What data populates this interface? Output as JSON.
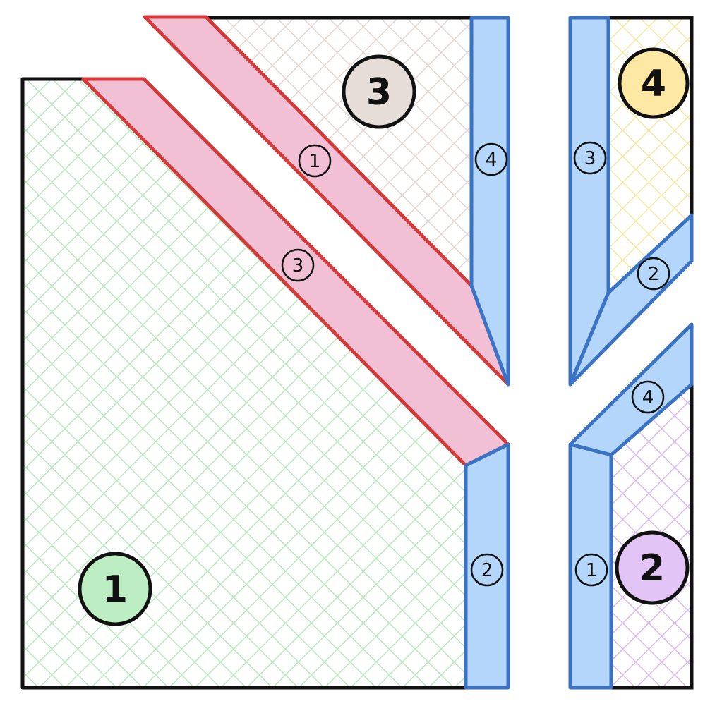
{
  "regions": [
    {
      "id": "region-1",
      "label": "1",
      "color": "#bdeec3",
      "hatch": "#b8e8bd"
    },
    {
      "id": "region-2",
      "label": "2",
      "color": "#e3c4f6",
      "hatch": "#dcb8f0"
    },
    {
      "id": "region-3",
      "label": "3",
      "color": "#e6ddd8",
      "hatch": "#e4d6d0"
    },
    {
      "id": "region-4",
      "label": "4",
      "color": "#fde9a4",
      "hatch": "#f8e7a0"
    }
  ],
  "strips": [
    {
      "id": "red-strip-1",
      "label": "1",
      "fill": "#f2c0d4",
      "stroke": "#d43a3a"
    },
    {
      "id": "red-strip-3",
      "label": "3",
      "fill": "#f2c0d4",
      "stroke": "#d43a3a"
    },
    {
      "id": "blue-strip-4-top",
      "label": "4",
      "fill": "#b3d6fa",
      "stroke": "#3a72c4"
    },
    {
      "id": "blue-strip-2-left",
      "label": "2",
      "fill": "#b3d6fa",
      "stroke": "#3a72c4"
    },
    {
      "id": "blue-strip-3",
      "label": "3",
      "fill": "#b3d6fa",
      "stroke": "#3a72c4"
    },
    {
      "id": "blue-strip-2-right",
      "label": "2",
      "fill": "#b3d6fa",
      "stroke": "#3a72c4"
    },
    {
      "id": "blue-strip-4-lower",
      "label": "4",
      "fill": "#b3d6fa",
      "stroke": "#3a72c4"
    },
    {
      "id": "blue-strip-1",
      "label": "1",
      "fill": "#b3d6fa",
      "stroke": "#3a72c4"
    }
  ],
  "outline_color": "#111111"
}
